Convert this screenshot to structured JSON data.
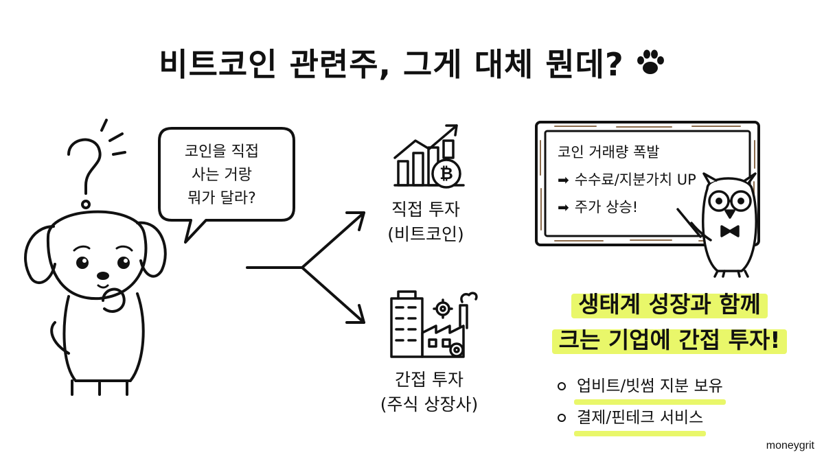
{
  "title": "비트코인 관련주, 그게 대체 뭔데?",
  "icons": {
    "title": "paw-print-icon",
    "question": "question-mark-icon",
    "direct": "growth-chart-bitcoin-icon",
    "indirect": "factory-buildings-icon"
  },
  "speech_bubble": {
    "line1": "코인을 직접",
    "line2": "사는 거랑",
    "line3": "뭐가 달라?"
  },
  "direct": {
    "label": "직접 투자",
    "sub": "(비트코인)"
  },
  "indirect": {
    "label": "간접 투자",
    "sub": "(주식 상장사)"
  },
  "board": {
    "line1": "코인 거래량 폭발",
    "line2": "수수료/지분가치 UP",
    "line3": "주가 상승!"
  },
  "highlight": {
    "line1": "생태계 성장과 함께",
    "line2": "크는 기업에 간접 투자!"
  },
  "bullets": [
    "업비트/빗썸 지분 보유",
    "결제/핀테크 서비스"
  ],
  "arrow_symbol": "➡",
  "watermark": "moneygrit",
  "colors": {
    "highlight": "#e9f76a",
    "ink": "#111111",
    "board_frame": "#8a6a4a"
  }
}
